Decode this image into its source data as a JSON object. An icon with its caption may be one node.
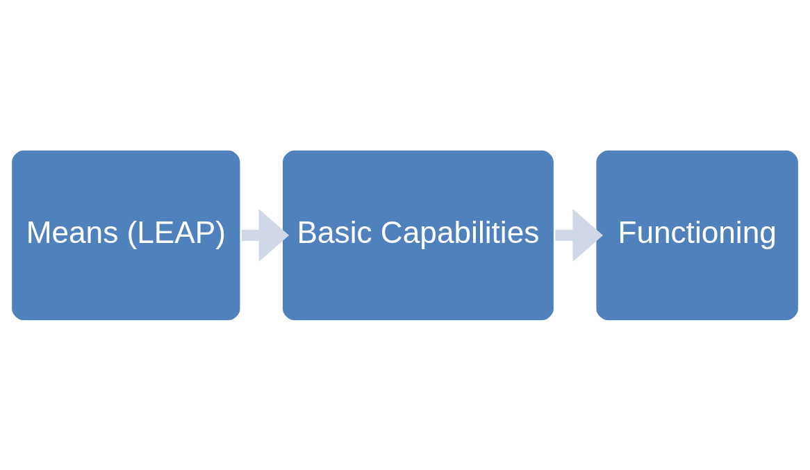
{
  "diagram": {
    "nodes": [
      {
        "text": [
          "Means (LEAP)"
        ]
      },
      {
        "text": [
          "Basic Capabilities"
        ]
      },
      {
        "text": [
          "Functioning"
        ]
      }
    ],
    "edges": [
      {
        "from": 0,
        "to": 1,
        "arrow": "to"
      },
      {
        "from": 1,
        "to": 2,
        "arrow": "to"
      }
    ]
  }
}
